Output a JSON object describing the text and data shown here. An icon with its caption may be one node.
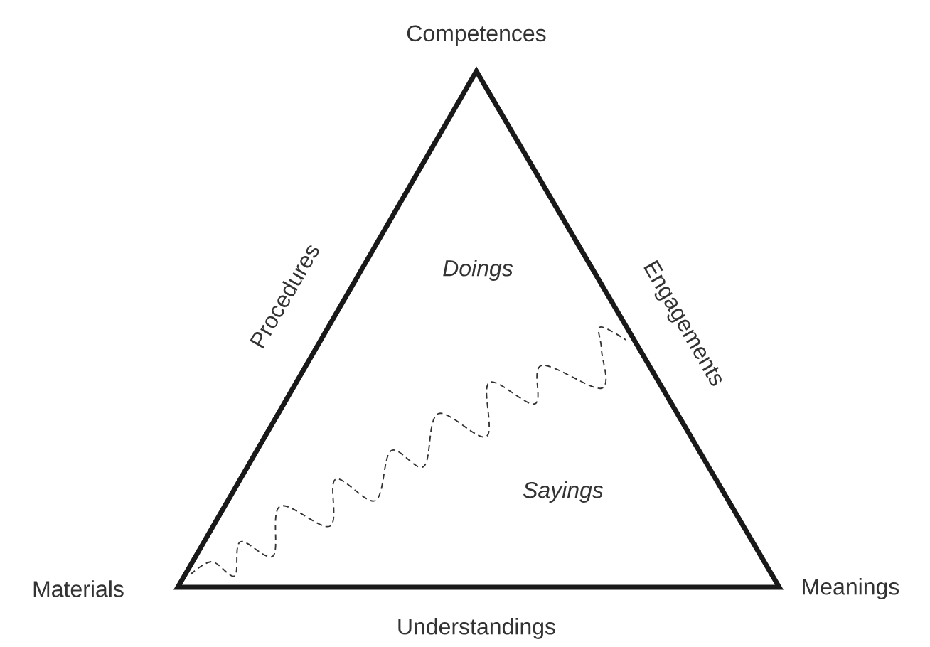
{
  "diagram": {
    "labels": [
      "Competences",
      "Procedures",
      "Doings",
      "Engagements",
      "Sayings",
      "Materials",
      "Meanings",
      "Understandings"
    ]
  }
}
